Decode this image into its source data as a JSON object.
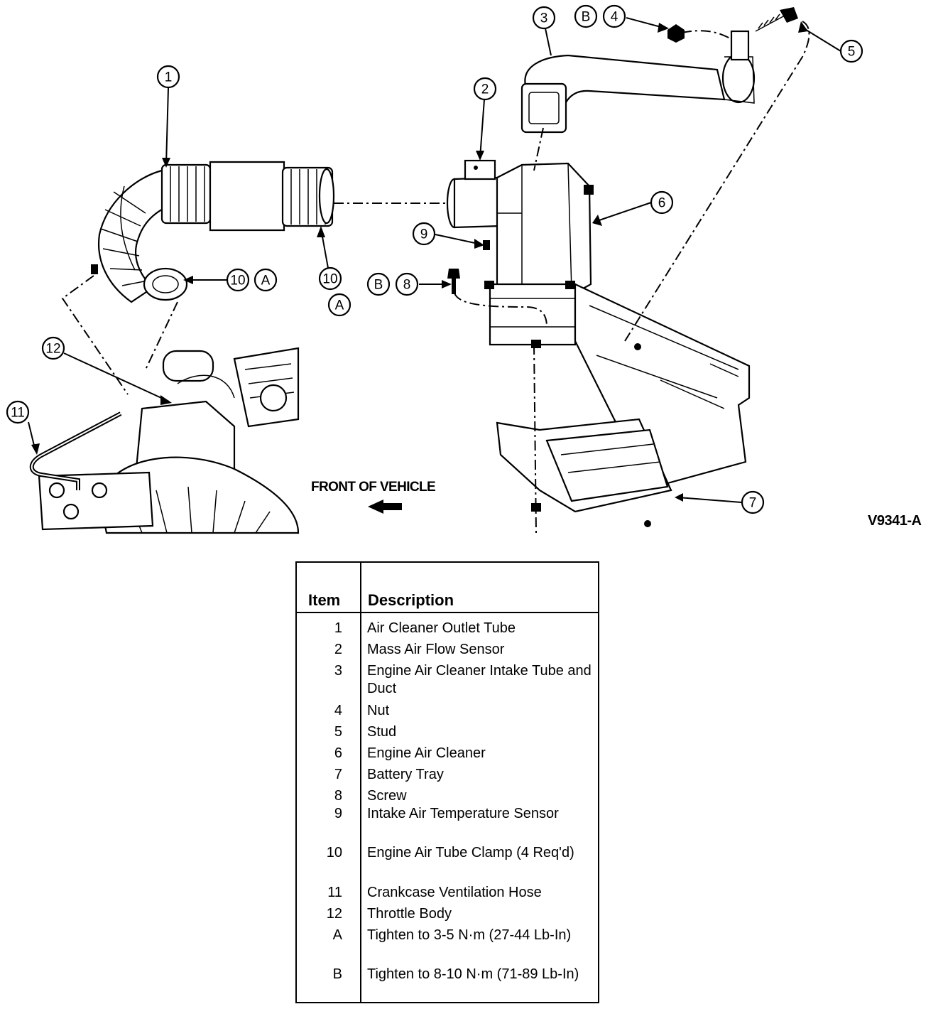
{
  "figure_id": "V9341-A",
  "front_label": "FRONT OF VEHICLE",
  "callouts": {
    "c1": "1",
    "c2": "2",
    "c3": "3",
    "c4": "4",
    "c5": "5",
    "c6": "6",
    "c7": "7",
    "c8": "8",
    "c9": "9",
    "c10": "10",
    "c11": "11",
    "c12": "12",
    "cA": "A",
    "cB": "B"
  },
  "legend": {
    "header_item": "Item",
    "header_description": "Description",
    "rows": [
      {
        "item": "1",
        "description": "Air Cleaner Outlet Tube"
      },
      {
        "item": "2",
        "description": "Mass Air Flow Sensor"
      },
      {
        "item": "3",
        "description": "Engine Air Cleaner Intake Tube and Duct"
      },
      {
        "item": "4",
        "description": "Nut"
      },
      {
        "item": "5",
        "description": "Stud"
      },
      {
        "item": "6",
        "description": "Engine Air Cleaner"
      },
      {
        "item": "7",
        "description": "Battery Tray"
      },
      {
        "item": "8",
        "description": "Screw"
      },
      {
        "item": "9",
        "description": "Intake Air Temperature Sensor"
      },
      {
        "item": "10",
        "description": "Engine Air Tube Clamp (4 Req'd)"
      },
      {
        "item": "11",
        "description": "Crankcase Ventilation Hose"
      },
      {
        "item": "12",
        "description": "Throttle Body"
      },
      {
        "item": "A",
        "description": "Tighten to 3-5 N·m (27-44 Lb-In)"
      },
      {
        "item": "B",
        "description": "Tighten to 8-10 N·m (71-89 Lb-In)"
      }
    ]
  }
}
